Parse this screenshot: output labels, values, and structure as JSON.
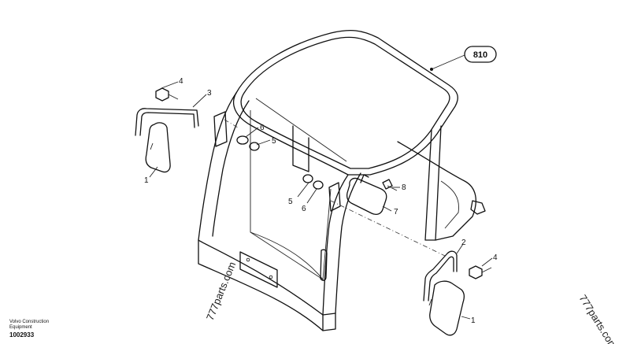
{
  "callout_ref": "810",
  "labels": {
    "l1a": "1",
    "l1b": "1",
    "l2": "2",
    "l3": "3",
    "l4a": "4",
    "l4b": "4",
    "l5a": "5",
    "l5b": "5",
    "l6a": "6",
    "l6b": "6",
    "l7": "7",
    "l8": "8"
  },
  "watermark": "777parts.com",
  "footer": {
    "brand_line1": "Volvo Construction",
    "brand_line2": "Equipment",
    "doc_number": "1002933"
  }
}
